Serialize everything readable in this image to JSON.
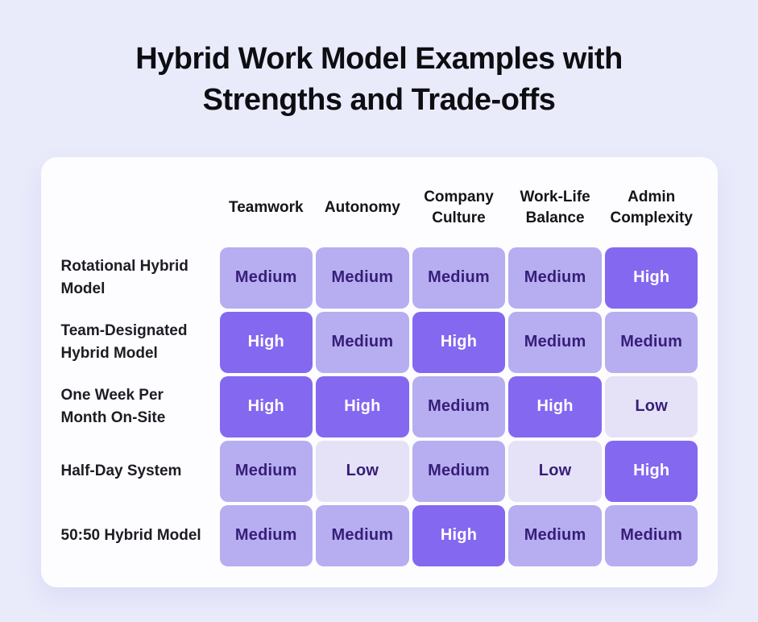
{
  "page": {
    "title": "Hybrid Work Model Examples with Strengths and Trade-offs"
  },
  "colors": {
    "page_bg": "#e9ebfb",
    "card_bg": "#fdfdff",
    "title_text": "#0d0d12",
    "header_text": "#141419",
    "label_text": "#1c1c24",
    "high_bg": "#8468ef",
    "high_text": "#ffffff",
    "medium_bg": "#b6aef0",
    "low_bg": "#e5e2f7",
    "value_text": "#371e78"
  },
  "chart_data": {
    "type": "heatmap",
    "title": "Hybrid Work Model Examples with Strengths and Trade-offs",
    "columns": [
      "Teamwork",
      "Autonomy",
      "Company Culture",
      "Work-Life Balance",
      "Admin Complexity"
    ],
    "rows": [
      {
        "label": "Rotational Hybrid Model",
        "values": [
          "Medium",
          "Medium",
          "Medium",
          "Medium",
          "High"
        ]
      },
      {
        "label": "Team-Designated Hybrid Model",
        "values": [
          "High",
          "Medium",
          "High",
          "Medium",
          "Medium"
        ]
      },
      {
        "label": "One Week Per Month On-Site",
        "values": [
          "High",
          "High",
          "Medium",
          "High",
          "Low"
        ]
      },
      {
        "label": "Half-Day System",
        "values": [
          "Medium",
          "Low",
          "Medium",
          "Low",
          "High"
        ]
      },
      {
        "label": "50:50 Hybrid Model",
        "values": [
          "Medium",
          "Medium",
          "High",
          "Medium",
          "Medium"
        ]
      }
    ],
    "value_scale": [
      "Low",
      "Medium",
      "High"
    ],
    "legend": "none",
    "grid": "off"
  }
}
